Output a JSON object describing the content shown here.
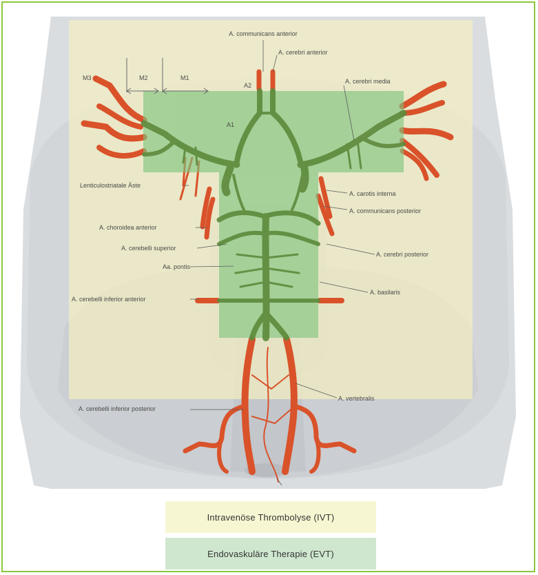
{
  "labels": {
    "communicans_anterior": "A. communicans anterior",
    "cerebri_anterior": "A. cerebri anterior",
    "cerebri_media": "A. cerebri media",
    "m3": "M3",
    "m2": "M2",
    "m1": "M1",
    "a2": "A2",
    "a1": "A1",
    "lenticulostriatae": "Lenticulostriatale Äste",
    "carotis_interna": "A. carotis interna",
    "communicans_posterior": "A. communicans posterior",
    "choroidea_anterior": "A. choroidea anterior",
    "cerebelli_superior": "A. cerebelli superior",
    "cerebri_posterior": "A. cerebri posterior",
    "pontis": "Aa. pontis",
    "cerebelli_inferior_anterior": "A. cerebelli inferior anterior",
    "basilaris": "A. basilaris",
    "vertebralis": "A. vertebralis",
    "cerebelli_inferior_posterior": "A. cerebelli inferior posterior"
  },
  "legend": {
    "ivt": "Intravenöse Thrombolyse (IVT)",
    "evt": "Endovaskuläre Therapie (EVT)"
  },
  "colors": {
    "frame": "#8cc63f",
    "ivt_zone": "#f2efc0",
    "evt_zone": "#7cc47c",
    "artery": "#d9522a",
    "artery_in_evt": "#5e8a3c"
  }
}
